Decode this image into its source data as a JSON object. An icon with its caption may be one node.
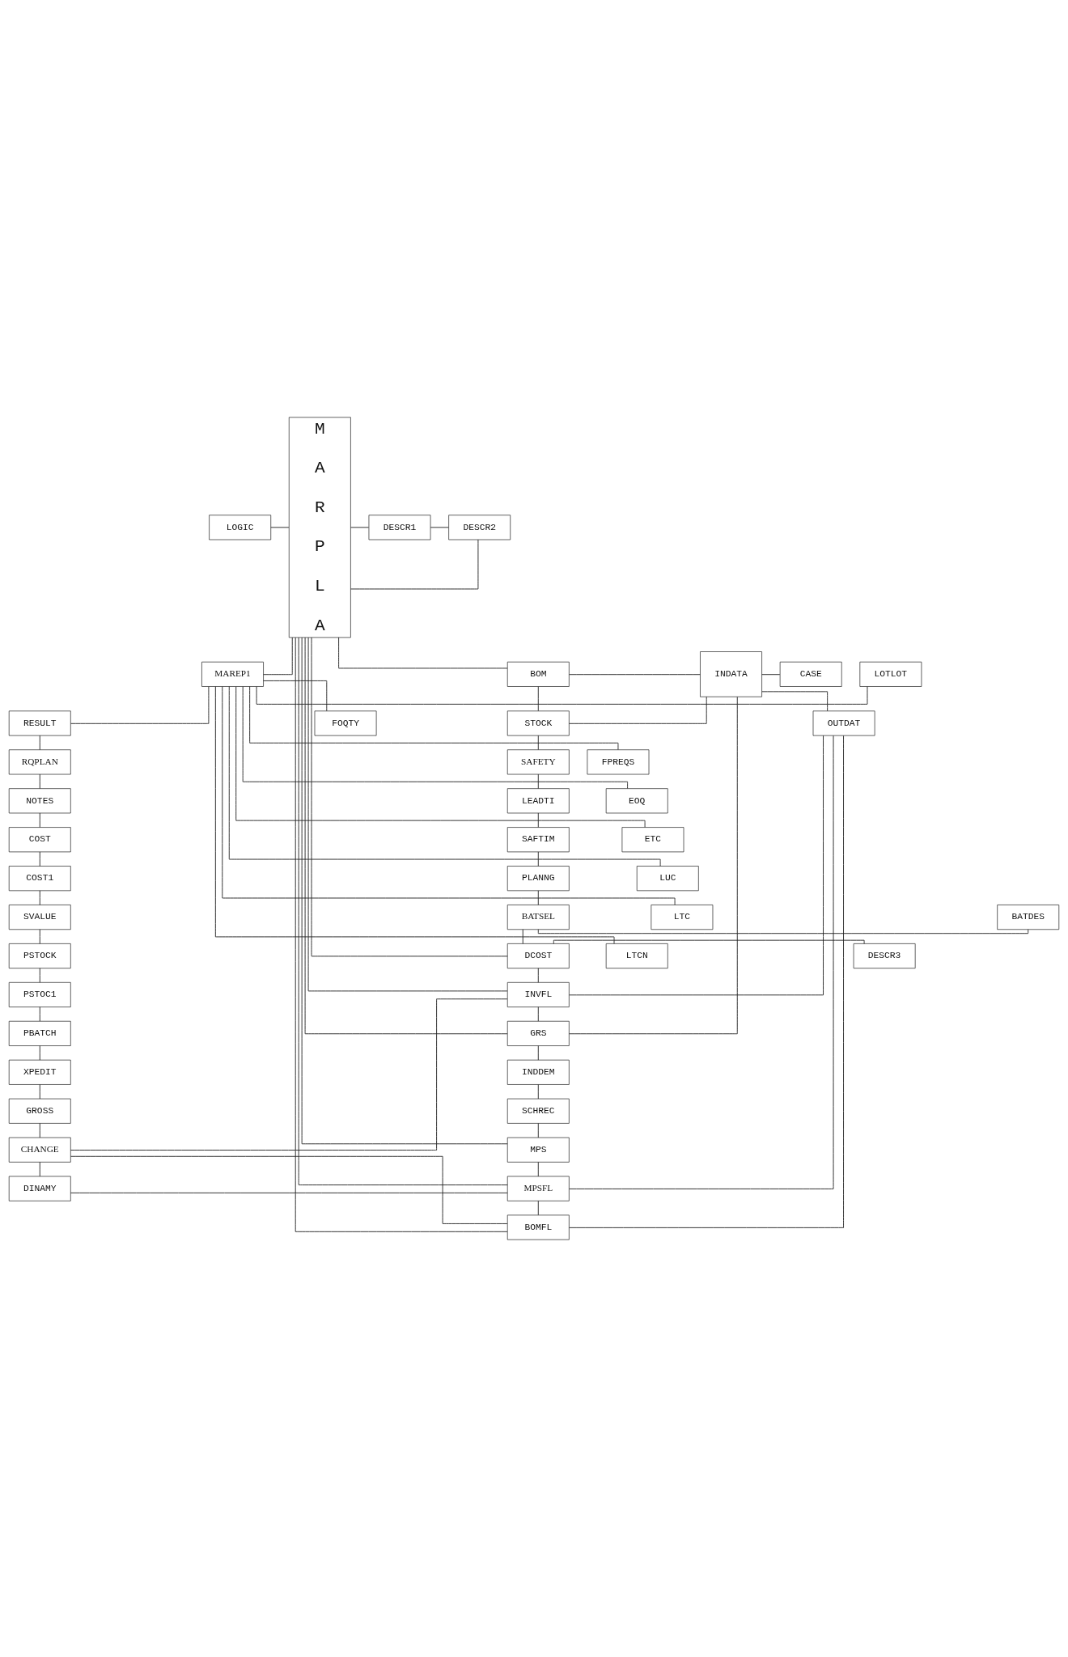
{
  "diagram": {
    "nodes": [
      {
        "text": [
          "LOGIC"
        ]
      },
      {
        "text": [
          "M A R P L A"
        ]
      },
      {
        "text": [
          "DESCR1"
        ]
      },
      {
        "text": [
          "DESCR2"
        ]
      },
      {
        "text": [
          "LOTLOT"
        ]
      },
      {
        "text": [
          "MAREP1"
        ]
      },
      {
        "text": [
          "BOM"
        ]
      },
      {
        "text": [
          "INDATA"
        ]
      },
      {
        "text": [
          "CASE"
        ]
      },
      {
        "text": [
          "FOQTY"
        ]
      },
      {
        "text": [
          "RESULT"
        ]
      },
      {
        "text": [
          "STOCK"
        ]
      },
      {
        "text": [
          "OUTDAT"
        ]
      },
      {
        "text": [
          "FPREQS"
        ]
      },
      {
        "text": [
          "RQPLAN"
        ]
      },
      {
        "text": [
          "SAFETY"
        ]
      },
      {
        "text": [
          "EOQ"
        ]
      },
      {
        "text": [
          "NOTES"
        ]
      },
      {
        "text": [
          "LEADTI"
        ]
      },
      {
        "text": [
          "ETC"
        ]
      },
      {
        "text": [
          "COST"
        ]
      },
      {
        "text": [
          "SAFTIM"
        ]
      },
      {
        "text": [
          "LUC"
        ]
      },
      {
        "text": [
          "COST1"
        ]
      },
      {
        "text": [
          "PLANNG"
        ]
      },
      {
        "text": [
          "LTC"
        ]
      },
      {
        "text": [
          "SVALUE"
        ]
      },
      {
        "text": [
          "BATSEL"
        ]
      },
      {
        "text": [
          "BATDES"
        ]
      },
      {
        "text": [
          "LTCN"
        ]
      },
      {
        "text": [
          "PSTOCK"
        ]
      },
      {
        "text": [
          "DCOST"
        ]
      },
      {
        "text": [
          "DESCR3"
        ]
      },
      {
        "text": [
          "PSTOC1"
        ]
      },
      {
        "text": [
          "INVFL"
        ]
      },
      {
        "text": [
          "PBATCH"
        ]
      },
      {
        "text": [
          "GRS"
        ]
      },
      {
        "text": [
          "XPEDIT"
        ]
      },
      {
        "text": [
          "INDDEM"
        ]
      },
      {
        "text": [
          "GROSS"
        ]
      },
      {
        "text": [
          "SCHREC"
        ]
      },
      {
        "text": [
          "CHANGE"
        ]
      },
      {
        "text": [
          "MPS"
        ]
      },
      {
        "text": [
          "DINAMY"
        ]
      },
      {
        "text": [
          "MPSFL"
        ]
      },
      {
        "text": [
          "BOMFL"
        ]
      }
    ],
    "edges": [
      {
        "from": 0,
        "to": 1,
        "arrow": "none"
      },
      {
        "from": 5,
        "to": 1,
        "arrow": "none"
      },
      {
        "from": 1,
        "to": 2,
        "arrow": "none"
      },
      {
        "from": 2,
        "to": 3,
        "arrow": "none"
      },
      {
        "from": 3,
        "to": 1,
        "arrow": "none"
      },
      {
        "from": 1,
        "to": 6,
        "arrow": "none"
      },
      {
        "from": 4,
        "to": 5,
        "arrow": "none"
      },
      {
        "from": 9,
        "to": 5,
        "arrow": "none"
      },
      {
        "from": 13,
        "to": 5,
        "arrow": "none"
      },
      {
        "from": 16,
        "to": 5,
        "arrow": "none"
      },
      {
        "from": 19,
        "to": 5,
        "arrow": "none"
      },
      {
        "from": 22,
        "to": 5,
        "arrow": "none"
      },
      {
        "from": 25,
        "to": 5,
        "arrow": "none"
      },
      {
        "from": 29,
        "to": 5,
        "arrow": "none"
      },
      {
        "from": 5,
        "to": 10,
        "arrow": "none"
      },
      {
        "from": 10,
        "to": 14,
        "arrow": "none"
      },
      {
        "from": 14,
        "to": 17,
        "arrow": "none"
      },
      {
        "from": 17,
        "to": 20,
        "arrow": "none"
      },
      {
        "from": 20,
        "to": 23,
        "arrow": "none"
      },
      {
        "from": 23,
        "to": 26,
        "arrow": "none"
      },
      {
        "from": 26,
        "to": 30,
        "arrow": "none"
      },
      {
        "from": 30,
        "to": 33,
        "arrow": "none"
      },
      {
        "from": 33,
        "to": 35,
        "arrow": "none"
      },
      {
        "from": 35,
        "to": 37,
        "arrow": "none"
      },
      {
        "from": 37,
        "to": 39,
        "arrow": "none"
      },
      {
        "from": 39,
        "to": 41,
        "arrow": "none"
      },
      {
        "from": 41,
        "to": 43,
        "arrow": "none"
      },
      {
        "from": 6,
        "to": 7,
        "arrow": "none"
      },
      {
        "from": 7,
        "to": 8,
        "arrow": "none"
      },
      {
        "from": 11,
        "to": 7,
        "arrow": "none"
      },
      {
        "from": 7,
        "to": 12,
        "arrow": "none"
      },
      {
        "from": 6,
        "to": 11,
        "arrow": "none"
      },
      {
        "from": 11,
        "to": 15,
        "arrow": "none"
      },
      {
        "from": 15,
        "to": 18,
        "arrow": "none"
      },
      {
        "from": 18,
        "to": 21,
        "arrow": "none"
      },
      {
        "from": 21,
        "to": 24,
        "arrow": "none"
      },
      {
        "from": 24,
        "to": 27,
        "arrow": "none"
      },
      {
        "from": 27,
        "to": 28,
        "arrow": "none"
      },
      {
        "from": 27,
        "to": 31,
        "arrow": "none"
      },
      {
        "from": 31,
        "to": 32,
        "arrow": "none"
      },
      {
        "from": 31,
        "to": 34,
        "arrow": "none"
      },
      {
        "from": 34,
        "to": 36,
        "arrow": "none"
      },
      {
        "from": 36,
        "to": 38,
        "arrow": "none"
      },
      {
        "from": 38,
        "to": 40,
        "arrow": "none"
      },
      {
        "from": 40,
        "to": 42,
        "arrow": "none"
      },
      {
        "from": 42,
        "to": 44,
        "arrow": "none"
      },
      {
        "from": 44,
        "to": 45,
        "arrow": "none"
      },
      {
        "from": 1,
        "to": 31,
        "arrow": "none"
      },
      {
        "from": 1,
        "to": 34,
        "arrow": "none"
      },
      {
        "from": 1,
        "to": 36,
        "arrow": "none"
      },
      {
        "from": 1,
        "to": 42,
        "arrow": "none"
      },
      {
        "from": 1,
        "to": 44,
        "arrow": "none"
      },
      {
        "from": 1,
        "to": 45,
        "arrow": "none"
      },
      {
        "from": 12,
        "to": 34,
        "arrow": "none"
      },
      {
        "from": 7,
        "to": 36,
        "arrow": "none"
      },
      {
        "from": 12,
        "to": 44,
        "arrow": "none"
      },
      {
        "from": 12,
        "to": 45,
        "arrow": "none"
      },
      {
        "from": 34,
        "to": 41,
        "arrow": "none"
      },
      {
        "from": 45,
        "to": 41,
        "arrow": "none"
      },
      {
        "from": 43,
        "to": 44,
        "arrow": "none"
      }
    ]
  }
}
